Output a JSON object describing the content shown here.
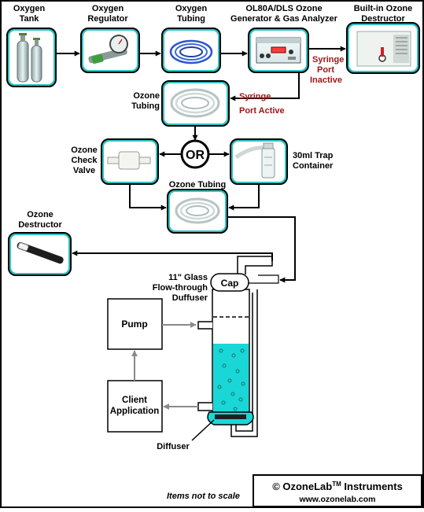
{
  "labels": {
    "oxygen_tank": [
      "Oxygen",
      "Tank"
    ],
    "oxygen_regulator": [
      "Oxygen",
      "Regulator"
    ],
    "oxygen_tubing": [
      "Oxygen",
      "Tubing"
    ],
    "generator": [
      "OL80A/DLS Ozone",
      "Generator & Gas Analyzer"
    ],
    "builtin_destructor": [
      "Built-in Ozone",
      "Destructor"
    ],
    "syringe_inactive": [
      "Syringe",
      "Port",
      "Inactive"
    ],
    "syringe_active": [
      "Syringe",
      "Port Active"
    ],
    "ozone_tubing_upper": [
      "Ozone",
      "Tubing"
    ],
    "check_valve": [
      "Ozone",
      "Check",
      "Valve"
    ],
    "or_text": "OR",
    "trap": [
      "30ml Trap",
      "Container"
    ],
    "ozone_tubing_lower": "Ozone Tubing",
    "ozone_destructor": [
      "Ozone",
      "Destructor"
    ],
    "glass": [
      "11\" Glass",
      "Flow-through",
      "Duffuser"
    ],
    "cap": "Cap",
    "pump": "Pump",
    "client_app": [
      "Client",
      "Application"
    ],
    "diffuser": "Diffuser"
  },
  "footer": {
    "note": "Items not to scale",
    "brand": "© OzoneLab",
    "tm": "TM",
    "brand_suffix": " Instruments",
    "url": "www.ozonelab.com"
  },
  "colors": {
    "panel": "#2ec4c4",
    "liquid": "#19d7d7",
    "arrow": "#000000",
    "grey_arrow": "#8a8a8a",
    "red_label": "#a01616"
  }
}
